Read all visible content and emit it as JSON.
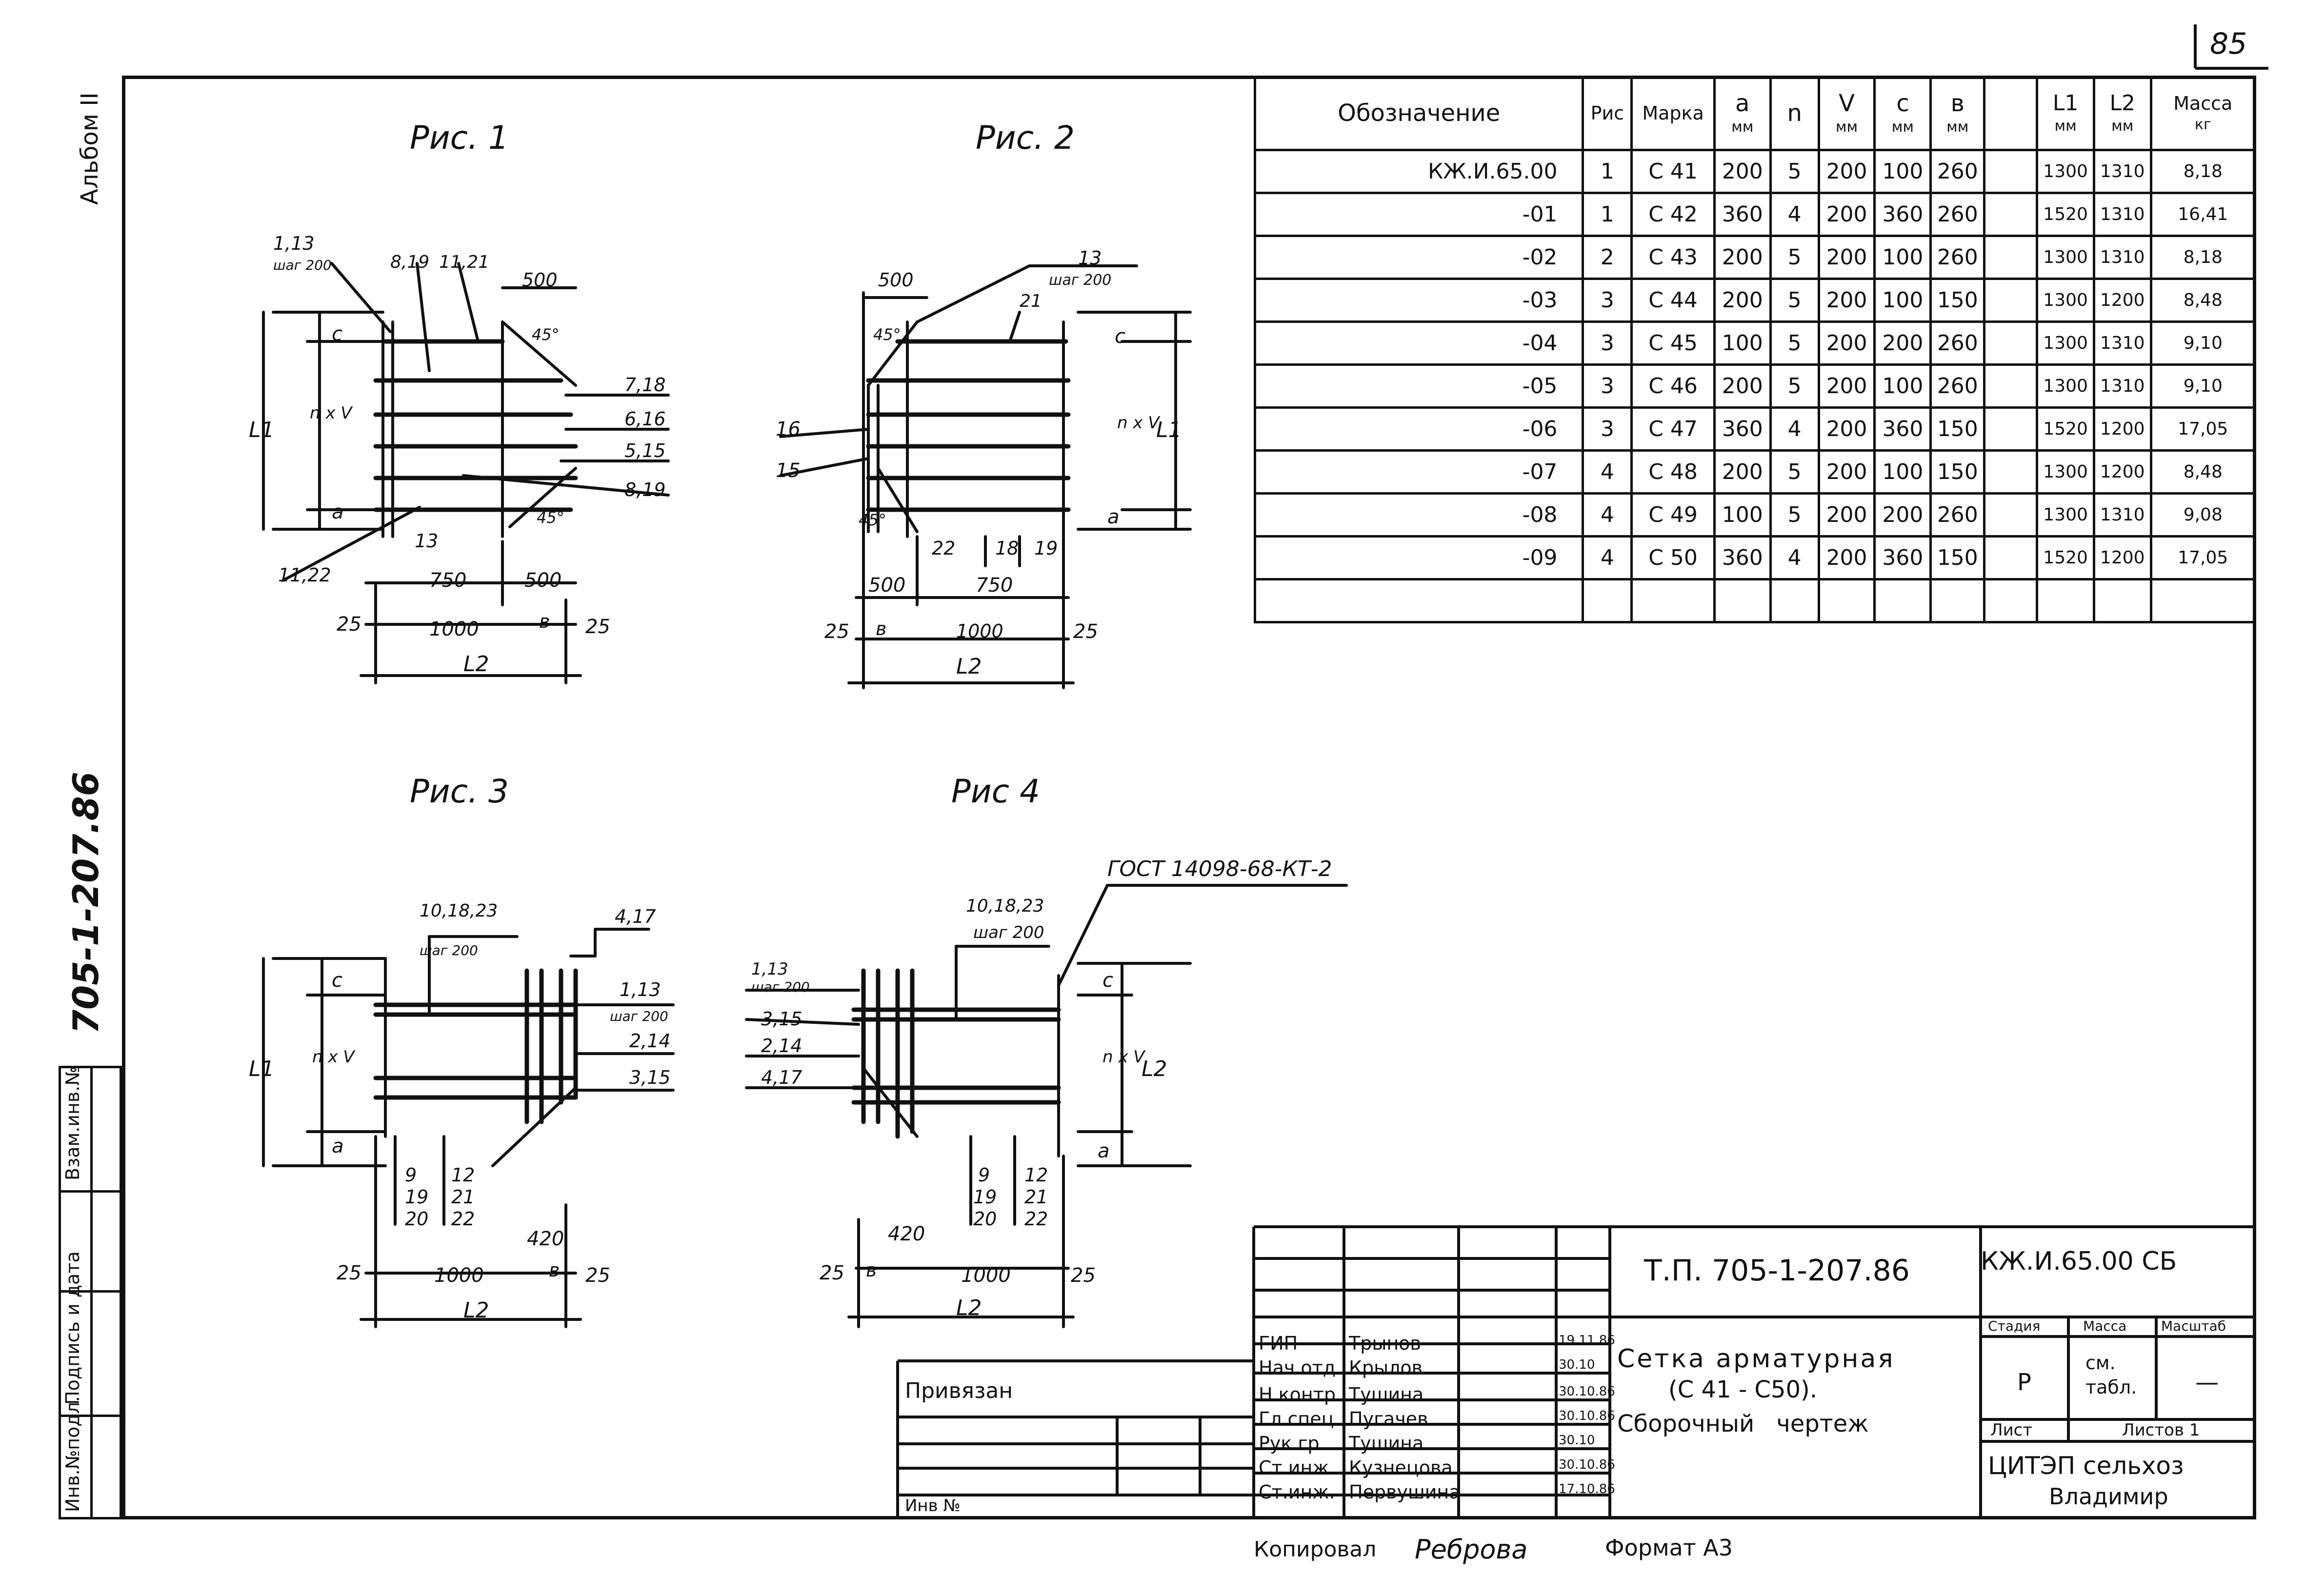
{
  "page_number": "85",
  "album": "Альбом II",
  "side_code": "705-1-207.86",
  "left_stamp": {
    "inv_podl": "Инв.№подл.",
    "podpis_data": "Подпись и дата",
    "vzam_inv": "Взам.инв.№"
  },
  "figures": {
    "fig1": {
      "title": "Рис. 1",
      "labels": [
        "1,13",
        "шаг 200",
        "8,19",
        "11,21",
        "500",
        "45°",
        "c",
        "L1",
        "n x V",
        "a",
        "7,18",
        "6,16",
        "5,15",
        "8,19",
        "45°",
        "13",
        "11,22",
        "750",
        "500",
        "25",
        "1000",
        "в",
        "25",
        "L2"
      ]
    },
    "fig2": {
      "title": "Рис. 2",
      "labels": [
        "500",
        "13",
        "шаг 200",
        "21",
        "45°",
        "16",
        "15",
        "45°",
        "22",
        "18",
        "19",
        "c",
        "L1",
        "n x V",
        "a",
        "500",
        "750",
        "25",
        "в",
        "1000",
        "25",
        "L2"
      ]
    },
    "fig3": {
      "title": "Рис. 3",
      "labels": [
        "10,18,23",
        "шаг 200",
        "4,17",
        "1,13",
        "шаг 200",
        "2,14",
        "3,15",
        "c",
        "L1",
        "n x V",
        "a",
        "9",
        "19",
        "20",
        "12",
        "21",
        "22",
        "420",
        "25",
        "1000",
        "в",
        "25",
        "L2"
      ]
    },
    "fig4": {
      "title": "Рис 4",
      "gost": "ГОСТ 14098-68-КТ-2",
      "labels": [
        "10,18,23",
        "шаг 200",
        "1,13",
        "шаг 200",
        "3,15",
        "2,14",
        "4,17",
        "c",
        "L2",
        "n x V",
        "a",
        "9",
        "19",
        "20",
        "12",
        "21",
        "22",
        "420",
        "25",
        "в",
        "1000",
        "25",
        "L2"
      ]
    }
  },
  "spec_table": {
    "headers": [
      {
        "main": "Обозначение",
        "unit": ""
      },
      {
        "main": "Рис",
        "unit": ""
      },
      {
        "main": "Марка",
        "unit": ""
      },
      {
        "main": "а",
        "unit": "мм"
      },
      {
        "main": "n",
        "unit": ""
      },
      {
        "main": "V",
        "unit": "мм"
      },
      {
        "main": "с",
        "unit": "мм"
      },
      {
        "main": "в",
        "unit": "мм"
      },
      {
        "main": "",
        "unit": ""
      },
      {
        "main": "L1",
        "unit": "мм"
      },
      {
        "main": "L2",
        "unit": "мм"
      },
      {
        "main": "Масса",
        "unit": "кг"
      }
    ],
    "rows": [
      [
        "КЖ.И.65.00",
        "1",
        "С 41",
        "200",
        "5",
        "200",
        "100",
        "260",
        "",
        "1300",
        "1310",
        "8,18"
      ],
      [
        "-01",
        "1",
        "С 42",
        "360",
        "4",
        "200",
        "360",
        "260",
        "",
        "1520",
        "1310",
        "16,41"
      ],
      [
        "-02",
        "2",
        "С 43",
        "200",
        "5",
        "200",
        "100",
        "260",
        "",
        "1300",
        "1310",
        "8,18"
      ],
      [
        "-03",
        "3",
        "С 44",
        "200",
        "5",
        "200",
        "100",
        "150",
        "",
        "1300",
        "1200",
        "8,48"
      ],
      [
        "-04",
        "3",
        "С 45",
        "100",
        "5",
        "200",
        "200",
        "260",
        "",
        "1300",
        "1310",
        "9,10"
      ],
      [
        "-05",
        "3",
        "С 46",
        "200",
        "5",
        "200",
        "100",
        "260",
        "",
        "1300",
        "1310",
        "9,10"
      ],
      [
        "-06",
        "3",
        "С 47",
        "360",
        "4",
        "200",
        "360",
        "150",
        "",
        "1520",
        "1200",
        "17,05"
      ],
      [
        "-07",
        "4",
        "С 48",
        "200",
        "5",
        "200",
        "100",
        "150",
        "",
        "1300",
        "1200",
        "8,48"
      ],
      [
        "-08",
        "4",
        "С 49",
        "100",
        "5",
        "200",
        "200",
        "260",
        "",
        "1300",
        "1310",
        "9,08"
      ],
      [
        "-09",
        "4",
        "С 50",
        "360",
        "4",
        "200",
        "360",
        "150",
        "",
        "1520",
        "1200",
        "17,05"
      ],
      [
        "",
        "",
        "",
        "",
        "",
        "",
        "",
        "",
        "",
        "",
        "",
        ""
      ]
    ]
  },
  "title_block": {
    "project": "Т.П. 705-1-207.86",
    "code": "КЖ.И.65.00 СБ",
    "name_line1": "Сетка арматурная",
    "name_line2": "(С 41 - С50).",
    "name_line3": "Сборочный чертеж",
    "stage_label": "Стадия",
    "mass_label": "Масса",
    "scale_label": "Масштаб",
    "stage_value": "Р",
    "mass_value_1": "см.",
    "mass_value_2": "табл.",
    "scale_value": "—",
    "sheet_label": "Лист",
    "sheets_label": "Листов 1",
    "org_line1": "ЦИТЭП сельхоз",
    "org_line2": "Владимир",
    "privyazan": "Привязан",
    "inv_no": "Инв №",
    "people": [
      {
        "role": "ГИП",
        "name": "Трынов",
        "date": "19.11.86"
      },
      {
        "role": "Нач.отд",
        "name": "Крылов",
        "date": "30.10"
      },
      {
        "role": "Н.контр.",
        "name": "Тушина",
        "date": "30.10.86"
      },
      {
        "role": "Гл.спец.",
        "name": "Пугачев",
        "date": "30.10.86"
      },
      {
        "role": "Рук.гр.",
        "name": "Тушина",
        "date": "30.10"
      },
      {
        "role": "Ст.инж.",
        "name": "Кузнецова",
        "date": "30.10.86"
      },
      {
        "role": "Ст.инж.",
        "name": "Первушина",
        "date": "17.10.86"
      }
    ]
  },
  "footer": {
    "copied_label": "Копировал",
    "copied_by": "Реброва",
    "format": "Формат А3"
  }
}
